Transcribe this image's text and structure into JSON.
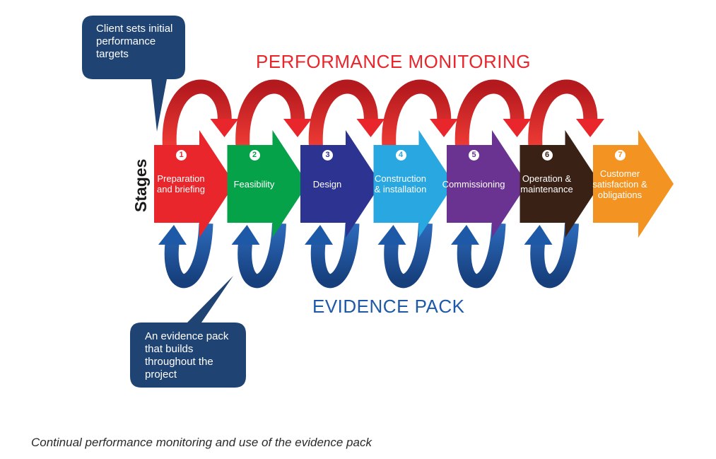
{
  "diagram": {
    "top_banner": "PERFORMANCE MONITORING",
    "bottom_banner": "EVIDENCE PACK",
    "axis_label": "Stages",
    "callout_top": "Client sets initial performance targets",
    "callout_bottom": "An evidence pack that builds throughout the project",
    "caption": "Continual performance monitoring and use of the evidence pack",
    "colors": {
      "monitoring": "#e8262b",
      "evidence": "#1e59a8",
      "callout": "#1f4372"
    },
    "stages": [
      {
        "number": "1",
        "label": "Preparation\nand briefing",
        "color": "#e8262b"
      },
      {
        "number": "2",
        "label": "Feasibility",
        "color": "#06a24a"
      },
      {
        "number": "3",
        "label": "Design",
        "color": "#2d3390"
      },
      {
        "number": "4",
        "label": "Construction\n& installation",
        "color": "#28a7e1"
      },
      {
        "number": "5",
        "label": "Commissioning",
        "color": "#6a3291"
      },
      {
        "number": "6",
        "label": "Operation &\nmaintenance",
        "color": "#3a2116"
      },
      {
        "number": "7",
        "label": "Customer\nsatisfaction &\nobligations",
        "color": "#f39422"
      }
    ]
  }
}
